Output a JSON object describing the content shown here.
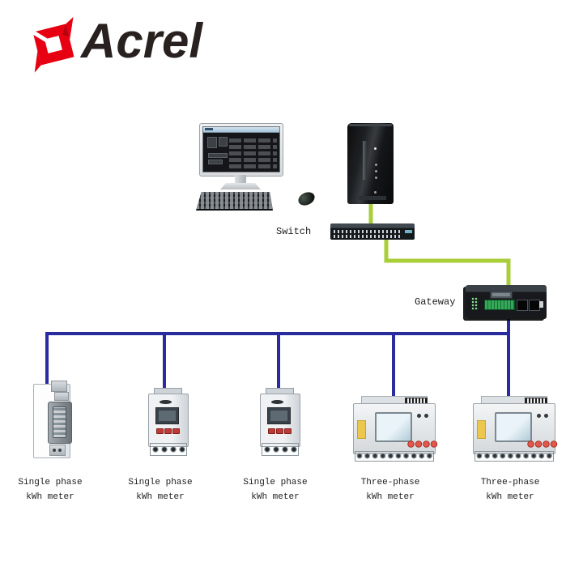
{
  "brand": {
    "name": "Acrel",
    "logo_color": "#e60012",
    "text_color": "#29211f"
  },
  "colors": {
    "ethernet_green": "#a8ce38",
    "bus_blue": "#2b2ba0"
  },
  "nodes": {
    "switch": {
      "label": "Switch"
    },
    "gateway": {
      "label": "Gateway"
    }
  },
  "devices": {
    "workstation": [
      "monitor-with-metering-software",
      "keyboard",
      "mouse"
    ],
    "server": "pc-tower",
    "switch": "ethernet-switch",
    "gateway": "din-rail-gateway",
    "meters": [
      "single-phase-din-kwh-meter",
      "single-phase-kwh-meter",
      "single-phase-kwh-meter",
      "three-phase-kwh-meter",
      "three-phase-kwh-meter"
    ]
  },
  "meter_labels": [
    {
      "line1": "Single phase",
      "line2": "kWh meter"
    },
    {
      "line1": "Single phase",
      "line2": "kWh meter"
    },
    {
      "line1": "Single phase",
      "line2": "kWh meter"
    },
    {
      "line1": "Three-phase",
      "line2": "kWh meter"
    },
    {
      "line1": "Three-phase",
      "line2": "kWh meter"
    }
  ]
}
